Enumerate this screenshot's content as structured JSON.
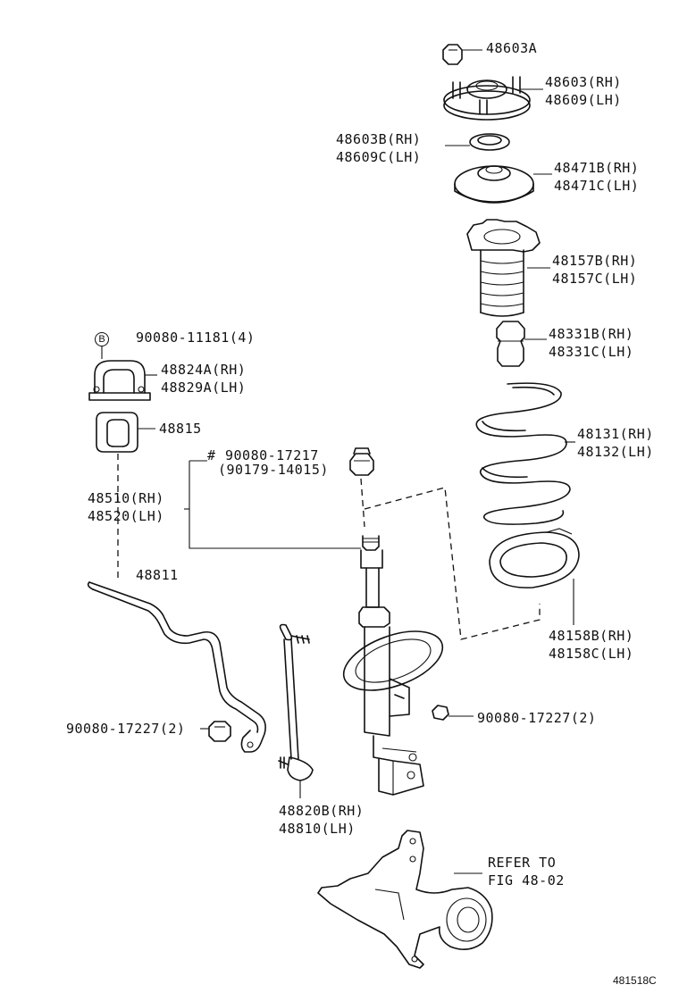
{
  "labels": {
    "nut_top": "48603A",
    "mount_rh": "48603(RH)",
    "mount_lh": "48609(LH)",
    "bearing_rh": "48603B(RH)",
    "bearing_lh": "48609C(LH)",
    "upper_seat_rh": "48471B(RH)",
    "upper_seat_lh": "48471C(LH)",
    "insulator_rh": "48157B(RH)",
    "insulator_lh": "48157C(LH)",
    "bumper_rh": "48331B(RH)",
    "bumper_lh": "48331C(LH)",
    "spring_rh": "48131(RH)",
    "spring_lh": "48132(LH)",
    "lower_insulator_rh": "48158B(RH)",
    "lower_insulator_lh": "48158C(LH)",
    "bolt_bracket": "90080-11181(4)",
    "bracket_rh": "48824A(RH)",
    "bracket_lh": "48829A(LH)",
    "bushing": "48815",
    "strut_nut_hash": "#",
    "strut_nut_a": "90080-17217",
    "strut_nut_b": "(90179-14015)",
    "absorber_rh": "48510(RH)",
    "absorber_lh": "48520(LH)",
    "stabilizer_bar": "48811",
    "nut_left": "90080-17227(2)",
    "nut_right": "90080-17227(2)",
    "link_rh": "48820B(RH)",
    "link_lh": "48810(LH)",
    "refer_1": "REFER TO",
    "refer_2": "FIG 48-02",
    "figure_code": "481518C",
    "callout_b": "B"
  }
}
